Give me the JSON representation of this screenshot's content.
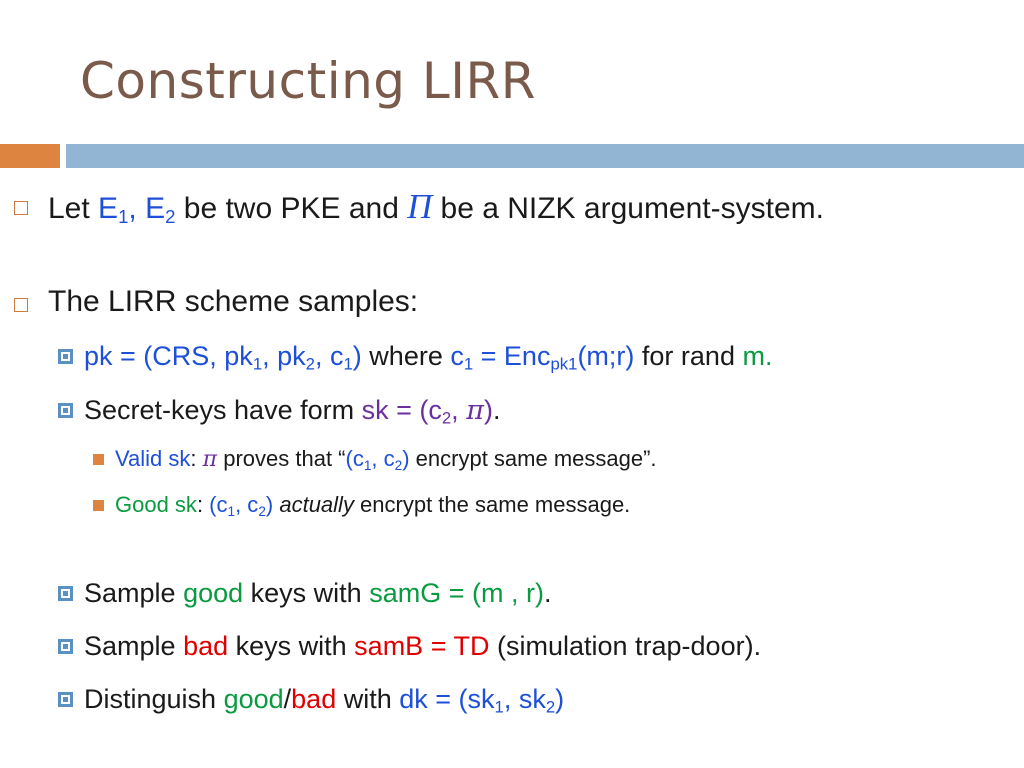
{
  "title": "Constructing LIRR",
  "colors": {
    "title": "#7a5a4a",
    "orange": "#dd8440",
    "blue_bar": "#92b5d3",
    "blue": "#1d4fd8",
    "purple": "#6b2fa0",
    "green": "#0a9a40",
    "red": "#e00000"
  },
  "b1": {
    "let": "Let ",
    "e": "E",
    "s1": "1",
    "comma": ", ",
    "e2": "E",
    "s2": "2",
    "mid": " be two PKE and ",
    "pi": "Π",
    "end": " be a NIZK argument-system."
  },
  "b2": {
    "text": "The LIRR scheme samples:"
  },
  "pk": {
    "a": "pk = (CRS, pk",
    "s1": "1",
    "b": ", pk",
    "s2": "2",
    "c": ", c",
    "s3": "1",
    "d": ")",
    "where": " where ",
    "c1": "c",
    "s4": "1",
    "eq": " = Enc",
    "s5": "pk1",
    "mr": "(m;r)",
    "forrand": " for rand ",
    "m": "m."
  },
  "sk": {
    "a": "Secret-keys have form ",
    "b": "sk = (c",
    "s1": "2",
    "c": ", ",
    "pi": "π",
    "d": ")",
    "e": "."
  },
  "valid": {
    "a": "Valid sk",
    "colon": ": ",
    "pi": "π",
    "b": " proves that “",
    "c": "(c",
    "s1": "1",
    "d": ", c",
    "s2": "2",
    "e": ")",
    "f": " encrypt same message”."
  },
  "good": {
    "a": "Good sk",
    "colon": ": ",
    "c": "(c",
    "s1": "1",
    "d": ", c",
    "s2": "2",
    "e": ")",
    "f": " ",
    "actually": "actually",
    "g": " encrypt the same message."
  },
  "samg": {
    "a": "Sample ",
    "good": "good",
    "b": " keys with ",
    "c": "samG = (m , r)",
    "d": "."
  },
  "samb": {
    "a": "Sample ",
    "bad": "bad",
    "b": " keys with ",
    "c": "samB =  TD",
    "d": " (simulation trap-door)."
  },
  "dist": {
    "a": "Distinguish ",
    "good": "good",
    "slash": "/",
    "bad": "bad",
    "b": " with ",
    "c": "dk = (sk",
    "s1": "1",
    "d": ", sk",
    "s2": "2",
    "e": ")"
  }
}
